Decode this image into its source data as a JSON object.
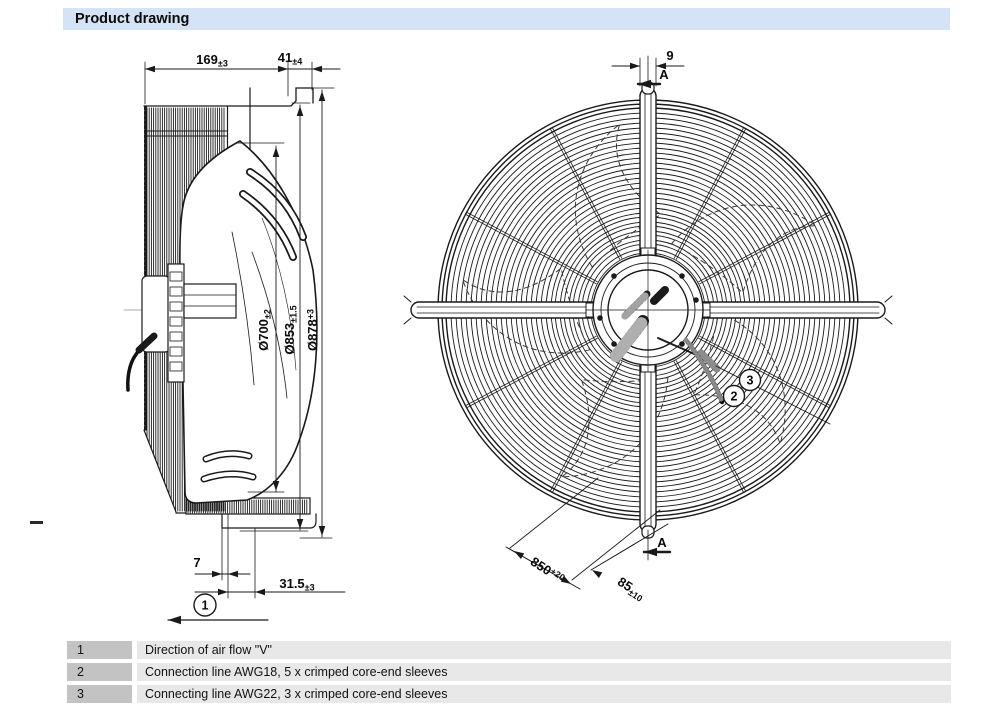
{
  "header": {
    "title": "Product drawing"
  },
  "side_view": {
    "dims": {
      "depth": {
        "v": "169",
        "t": "±3"
      },
      "guard": {
        "v": "41",
        "t": "±4"
      },
      "dia_impeller": {
        "v": "Ø700",
        "t": "±2"
      },
      "dia_ring": {
        "v": "Ø853",
        "t": "±1.5"
      },
      "dia_outer": {
        "v": "Ø878",
        "t": "+3"
      },
      "plate": {
        "v": "7",
        "t": ""
      },
      "inlet": {
        "v": "31.5",
        "t": "±3"
      }
    },
    "airflow_callout": "1"
  },
  "front_view": {
    "dims": {
      "strut": {
        "v": "9",
        "t": ""
      },
      "bolt_spacing": {
        "v": "850",
        "t": "+20"
      },
      "cable_length": {
        "v": "85",
        "t": "±10"
      }
    },
    "section_label": "A",
    "callout_connection": "2",
    "callout_connecting": "3"
  },
  "legend": {
    "rows": [
      {
        "num": "1",
        "text": "Direction of air flow \"V\""
      },
      {
        "num": "2",
        "text": "Connection line AWG18, 5 x crimped core-end sleeves"
      },
      {
        "num": "3",
        "text": "Connecting line AWG22, 3 x crimped core-end sleeves"
      }
    ]
  }
}
